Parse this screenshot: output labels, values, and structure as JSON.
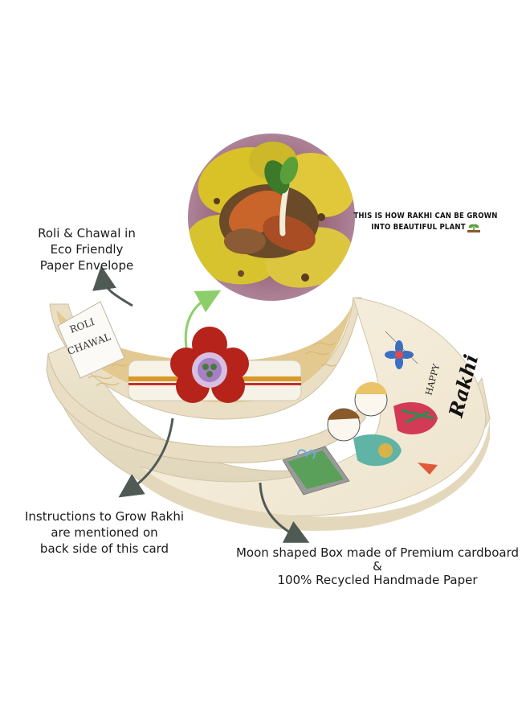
{
  "captions": {
    "roli_chawal": [
      "Roli & Chawal in",
      "Eco Friendly",
      "Paper Envelope"
    ],
    "grow_note": [
      "THIS IS HOW RAKHI CAN BE GROWN",
      "INTO BEAUTIFUL PLANT"
    ],
    "instructions": [
      "Instructions to Grow Rakhi",
      "are mentioned on",
      "back side of this card"
    ],
    "moon_box": [
      "Moon shaped Box made of Premium cardboard",
      "&",
      "100% Recycled Handmade Paper"
    ]
  },
  "envelope_label": [
    "ROLI",
    "CHAWAL"
  ],
  "box_card": {
    "happy": "HAPPY",
    "rakhi": "Rakhi"
  },
  "icons": {
    "sprout": "sprout-icon",
    "arrow": "curved-arrow-icon"
  },
  "colors": {
    "arrow_gray": "#505a55",
    "arrow_green": "#8ccf6a",
    "box_cream": "#f3ecd9",
    "flower_red": "#b5231b",
    "flower_purple": "#a77fc4"
  }
}
